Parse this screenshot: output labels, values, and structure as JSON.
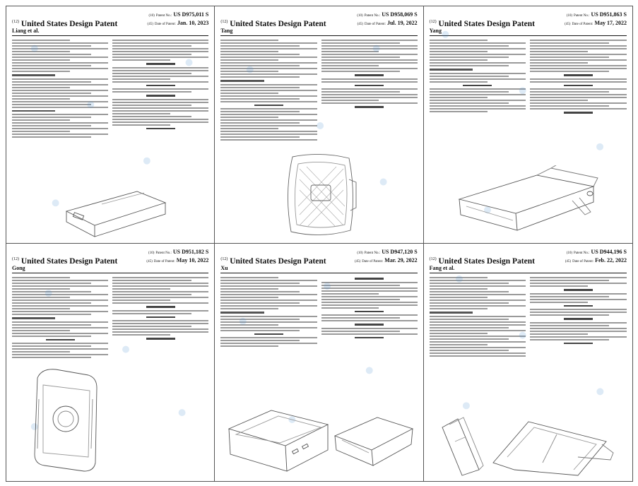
{
  "panels": [
    {
      "title": "United States Design Patent",
      "inventor": "Liang et al.",
      "patent_no_label": "Patent No.:",
      "patent_no": "US D975,011 S",
      "date_label": "Date of Patent:",
      "date": "Jan. 10, 2023"
    },
    {
      "title": "United States Design Patent",
      "inventor": "Tang",
      "patent_no_label": "Patent No.:",
      "patent_no": "US D958,069 S",
      "date_label": "Date of Patent:",
      "date": "Jul. 19, 2022"
    },
    {
      "title": "United States Design Patent",
      "inventor": "Yang",
      "patent_no_label": "Patent No.:",
      "patent_no": "US D951,863 S",
      "date_label": "Date of Patent:",
      "date": "May 17, 2022"
    },
    {
      "title": "United States Design Patent",
      "inventor": "Gong",
      "patent_no_label": "Patent No.:",
      "patent_no": "US D951,182 S",
      "date_label": "Date of Patent:",
      "date": "May 10, 2022"
    },
    {
      "title": "United States Design Patent",
      "inventor": "Xu",
      "patent_no_label": "Patent No.:",
      "patent_no": "US D947,120 S",
      "date_label": "Date of Patent:",
      "date": "Mar. 29, 2022"
    },
    {
      "title": "United States Design Patent",
      "inventor": "Fang et al.",
      "patent_no_label": "Patent No.:",
      "patent_no": "US D944,196 S",
      "date_label": "Date of Patent:",
      "date": "Feb. 22, 2022"
    }
  ],
  "code_prefix": {
    "title": "(12)",
    "patent_no": "(10)",
    "date": "(45)"
  }
}
